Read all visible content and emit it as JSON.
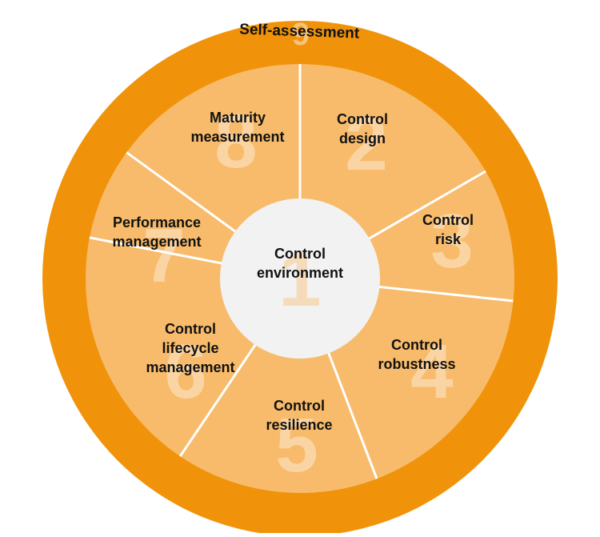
{
  "diagram": {
    "outer_ring": {
      "label": "Self-assessment",
      "number": "9"
    },
    "center": {
      "label_lines": [
        "Control",
        "environment"
      ],
      "number": "1"
    },
    "segments": [
      {
        "number": "2",
        "label_lines": [
          "Control",
          "design"
        ]
      },
      {
        "number": "3",
        "label_lines": [
          "Control",
          "risk"
        ]
      },
      {
        "number": "4",
        "label_lines": [
          "Control",
          "robustness"
        ]
      },
      {
        "number": "5",
        "label_lines": [
          "Control",
          "resilience"
        ]
      },
      {
        "number": "6",
        "label_lines": [
          "Control",
          "lifecycle",
          "management"
        ]
      },
      {
        "number": "7",
        "label_lines": [
          "Performance",
          "management"
        ]
      },
      {
        "number": "8",
        "label_lines": [
          "Maturity",
          "measurement"
        ]
      }
    ],
    "colors": {
      "ring": "#f0930a",
      "segment": "#f7bb6b",
      "divider": "#ffffff",
      "center": "#f2f2f2"
    }
  }
}
